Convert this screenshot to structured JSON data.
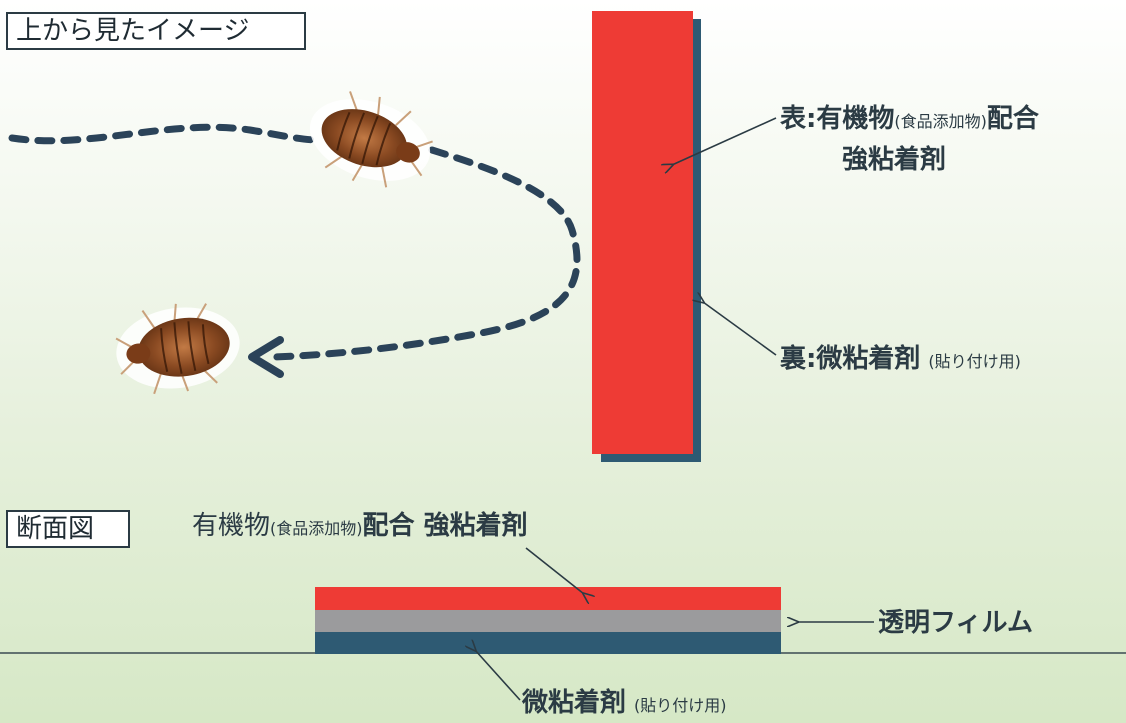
{
  "top_view": {
    "title": "上から見たイメージ",
    "front": {
      "prefix": "表:有機物",
      "paren": "(食品添加物)",
      "suffix": "配合",
      "line2": "強粘着剤"
    },
    "back": {
      "main": "裏:微粘着剤",
      "note": "(貼り付け用)"
    }
  },
  "cross_section": {
    "title": "断面図",
    "top_layer": {
      "prefix": "有機物",
      "paren": "(食品添加物)",
      "suffix": "配合 強粘着剤"
    },
    "film_label": "透明フィルム",
    "bottom_layer": {
      "main": "微粘着剤",
      "note": "(貼り付け用)"
    }
  },
  "colors": {
    "strong_adhesive": "#ee3b35",
    "weak_adhesive": "#2e5a73",
    "film": "#9b9b9d",
    "path": "#2b4359",
    "bug_shell": "#8a4a22"
  },
  "icons": [
    "bedbug-icon",
    "bedbug-icon"
  ]
}
